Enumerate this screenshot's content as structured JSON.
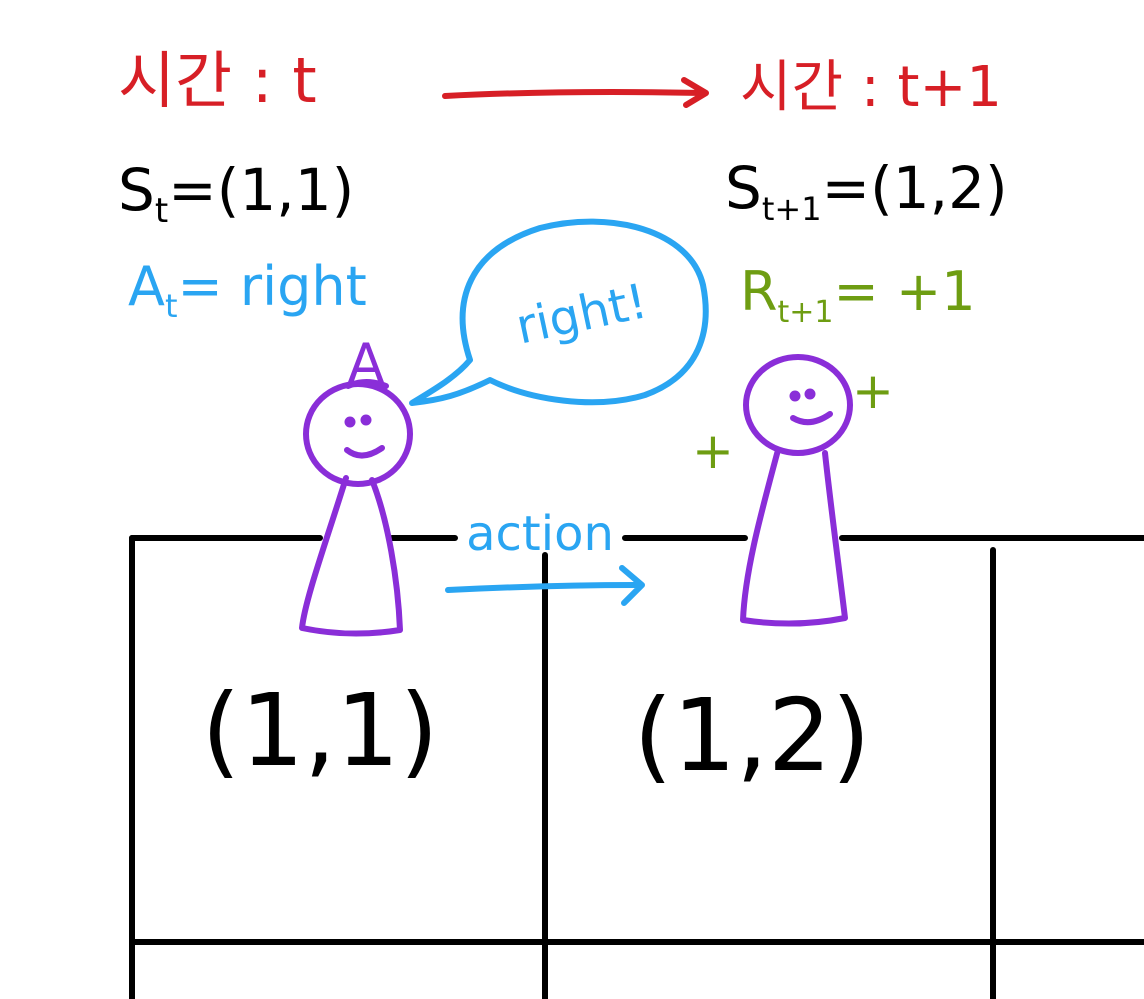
{
  "colors": {
    "time": "#d71f26",
    "state": "#000000",
    "action": "#2aa5f2",
    "reward": "#6e9d12",
    "agent": "#8a2ed8",
    "grid": "#000000"
  },
  "time_left": "시간 : t",
  "time_right": "시간 : t+1",
  "state_left": {
    "main": "S",
    "sub": "t",
    "rest": "=(1,1)"
  },
  "state_right": {
    "main": "S",
    "sub": "t+1",
    "rest": "=(1,2)"
  },
  "action_eq": {
    "main": "A",
    "sub": "t",
    "rest": "= right"
  },
  "reward_eq": {
    "main": "R",
    "sub": "t+1",
    "rest": "= +1"
  },
  "speech_bubble": "right!",
  "hat_label": "A",
  "action_label": "action",
  "plus_sign": "+",
  "cells": {
    "cell_11": "(1,1)",
    "cell_12": "(1,2)"
  }
}
